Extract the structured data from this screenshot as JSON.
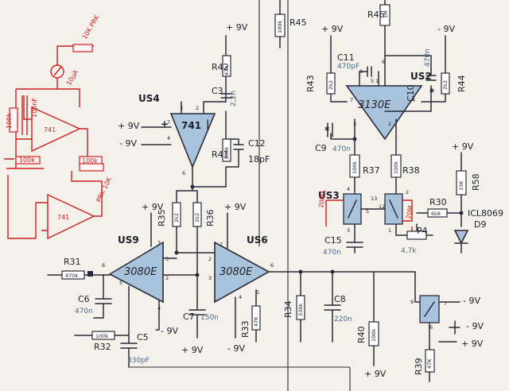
{
  "supplies": {
    "pos": "+ 9V",
    "neg": "- 9V",
    "pos2": "+9V",
    "neg2": "-9V"
  },
  "opamps": {
    "us4": {
      "ref": "US4",
      "part": "741"
    },
    "us9": {
      "ref": "US9",
      "part": "3080E"
    },
    "us6": {
      "ref": "US6",
      "part": "3080E"
    },
    "us2": {
      "ref": "US2",
      "part": "3130E"
    },
    "red1": {
      "part": "741"
    },
    "red2": {
      "part": "741"
    }
  },
  "ics": {
    "us3": "US3",
    "ref": "ICL8069",
    "d9": "D9"
  },
  "resistors": {
    "r31": {
      "ref": "R31",
      "value": "470k"
    },
    "r32": {
      "ref": "R32",
      "value": "100k"
    },
    "r33": {
      "ref": "R33",
      "value": "47K"
    },
    "r34": {
      "ref": "R34",
      "value": "330k"
    },
    "r35": {
      "ref": "R35",
      "value": "2k2"
    },
    "r36": {
      "ref": "R36",
      "value": "2k2"
    },
    "r37": {
      "ref": "R37",
      "value": "100k"
    },
    "r38": {
      "ref": "R38",
      "value": "100k"
    },
    "r39": {
      "ref": "R39",
      "value": "47K"
    },
    "r40": {
      "ref": "R40",
      "value": "100k"
    },
    "r41": {
      "ref": "R41",
      "value": "330k"
    },
    "r42": {
      "ref": "R42",
      "value": "47k"
    },
    "r43": {
      "ref": "R43",
      "value": "2k2"
    },
    "r44": {
      "ref": "R44",
      "value": "2k2"
    },
    "r45": {
      "ref": "R45",
      "value": "100k"
    },
    "r46": {
      "ref": "R46",
      "value": "1M"
    },
    "r58": {
      "ref": "R58",
      "value": "33K"
    },
    "r30": {
      "ref": "R30",
      "value": "6k8"
    }
  },
  "capacitors": {
    "c3": {
      "ref": "C3",
      "value": "2,2n"
    },
    "c5": {
      "ref": "C5",
      "value": "330pF"
    },
    "c6": {
      "ref": "C6",
      "value": "470n"
    },
    "c7": {
      "ref": "C7",
      "value": "150n"
    },
    "c8": {
      "ref": "C8",
      "value": "220n"
    },
    "c9": {
      "ref": "C9",
      "value": "470n"
    },
    "c10": {
      "ref": "C10",
      "value": "470n"
    },
    "c11": {
      "ref": "C11",
      "value": "470pF"
    },
    "c12": {
      "ref": "C12",
      "value": "18pF"
    },
    "c15": {
      "ref": "C15",
      "value": "470n"
    }
  },
  "pot": {
    "ref": "P4",
    "value": "4,7k"
  },
  "red_notes": {
    "meter_pot": "10K PRK",
    "meter": "10µA",
    "pot2": "PRK 10K",
    "r_a": "100k",
    "r_b": "100k",
    "r_c": "100k",
    "c_a": "100nF",
    "switch_a": "20MA",
    "switch_b": "20M"
  },
  "pins": {
    "p2": "2",
    "p3": "3",
    "p4": "4",
    "p5": "5",
    "p6": "6",
    "p7": "7",
    "p8": "8",
    "p9": "9",
    "p1": "1",
    "p12": "12",
    "p13": "13"
  },
  "marks": {
    "star": "*"
  }
}
